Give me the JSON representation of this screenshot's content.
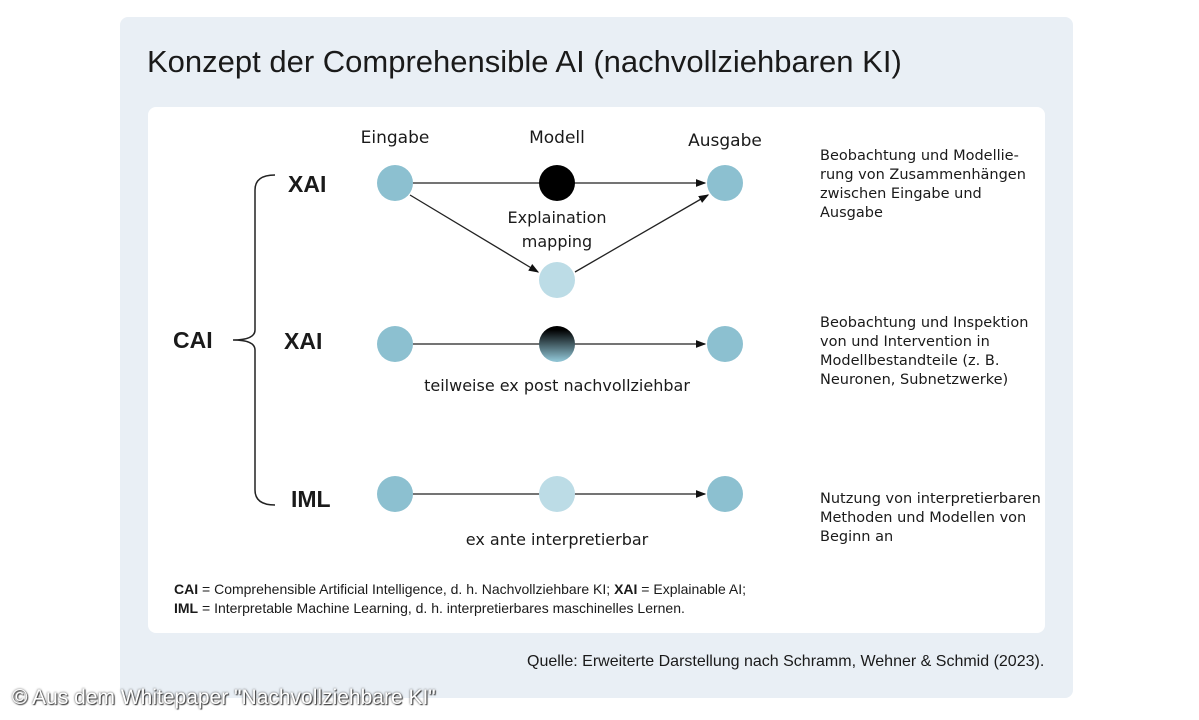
{
  "title": "Konzept der Comprehensible AI (nachvollziehbaren KI)",
  "columns": {
    "input": "Eingabe",
    "model": "Modell",
    "output": "Ausgabe"
  },
  "root_label": "CAI",
  "rows": [
    {
      "label": "XAI",
      "caption": "Explaination mapping",
      "caption_lines": [
        "Explaination",
        "mapping"
      ],
      "description": "Beobachtung und Modellie-rung von Zusammenhängen zwischen Eingabe und Ausgabe",
      "description_lines": [
        "Beobachtung und Modellie-",
        "rung von Zusammenhängen",
        "zwischen Eingabe und",
        "Ausgabe"
      ]
    },
    {
      "label": "XAI",
      "caption": "teilweise ex post nachvollziehbar",
      "description_lines": [
        "Beobachtung und Inspektion",
        "von und Intervention in",
        "Modellbestandteile (z. B.",
        "Neuronen, Subnetzwerke)"
      ]
    },
    {
      "label": "IML",
      "caption": "ex ante interpretierbar",
      "description_lines": [
        "Nutzung von interpretierbaren",
        "Methoden und Modellen von",
        "Beginn an"
      ]
    }
  ],
  "legend": {
    "line1": [
      {
        "b": "CAI"
      },
      {
        "t": " = Comprehensible Artificial Intelligence, d. h. Nachvollziehbare KI; "
      },
      {
        "b": "XAI"
      },
      {
        "t": " = Explainable AI;"
      }
    ],
    "l1_b1": "CAI",
    "l1_t1": " = Comprehensible Artificial Intelligence, d. h. Nachvollziehbare KI; ",
    "l1_b2": "XAI",
    "l1_t2": " = Explainable AI;",
    "l2_b1": "IML",
    "l2_t1": " = Interpretable Machine Learning, d. h. interpretierbares maschinelles Lernen."
  },
  "source": "Quelle: Erweiterte Darstellung nach Schramm, Wehner & Schmid (2023).",
  "copyright": "© Aus dem Whitepaper \"Nachvollziehbare KI\"",
  "colors": {
    "node": "#8cc0d0",
    "node_light": "#bcdce6",
    "panel": "#e9eff5"
  }
}
